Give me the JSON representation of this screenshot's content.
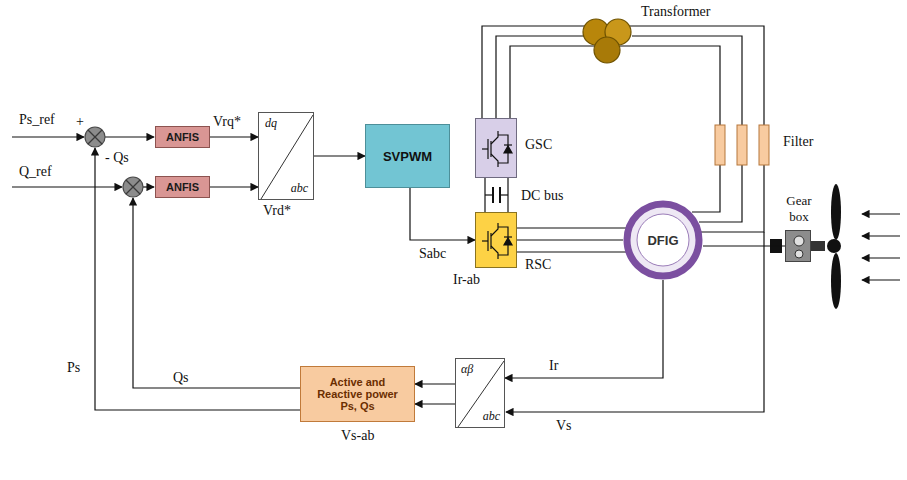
{
  "diagram": {
    "nodes": [
      {
        "text": [
          "ANFIS"
        ]
      },
      {
        "text": [
          "ANFIS"
        ]
      },
      {
        "text": [
          "dq",
          "abc"
        ]
      },
      {
        "text": [
          "SVPWM"
        ]
      },
      {
        "text": [
          "GSC"
        ]
      },
      {
        "text": [
          "RSC"
        ]
      },
      {
        "text": [
          "DFIG"
        ]
      },
      {
        "text": [
          "Active and Reactive power Ps, Qs"
        ]
      },
      {
        "text": [
          "αβ",
          "abc"
        ]
      },
      {
        "text": [
          "Gear box"
        ]
      }
    ],
    "edges": [
      {
        "from": 0,
        "to": 2,
        "arrow": "to"
      },
      {
        "from": 1,
        "to": 2,
        "arrow": "to"
      },
      {
        "from": 2,
        "to": 3,
        "arrow": "to"
      },
      {
        "from": 3,
        "to": 5,
        "label": "Sabc",
        "arrow": "to"
      },
      {
        "from": 4,
        "to": 5,
        "arrow": "none"
      },
      {
        "from": 5,
        "to": 6,
        "arrow": "none"
      },
      {
        "from": 6,
        "to": 8,
        "label": "Ir",
        "arrow": "to"
      },
      {
        "from": 8,
        "to": 7,
        "arrow": "to"
      },
      {
        "from": 8,
        "to": 7,
        "arrow": "to"
      },
      {
        "from": 6,
        "to": 9,
        "arrow": "none"
      }
    ],
    "labels": [
      "Ps_ref",
      "+",
      "Q_ref",
      "- Qs",
      "Vrq*",
      "Vrd*",
      "Qs",
      "Ps",
      "Ir-ab",
      "DC bus",
      "Transformer",
      "Filter",
      "Vs-ab",
      "Vs"
    ]
  }
}
